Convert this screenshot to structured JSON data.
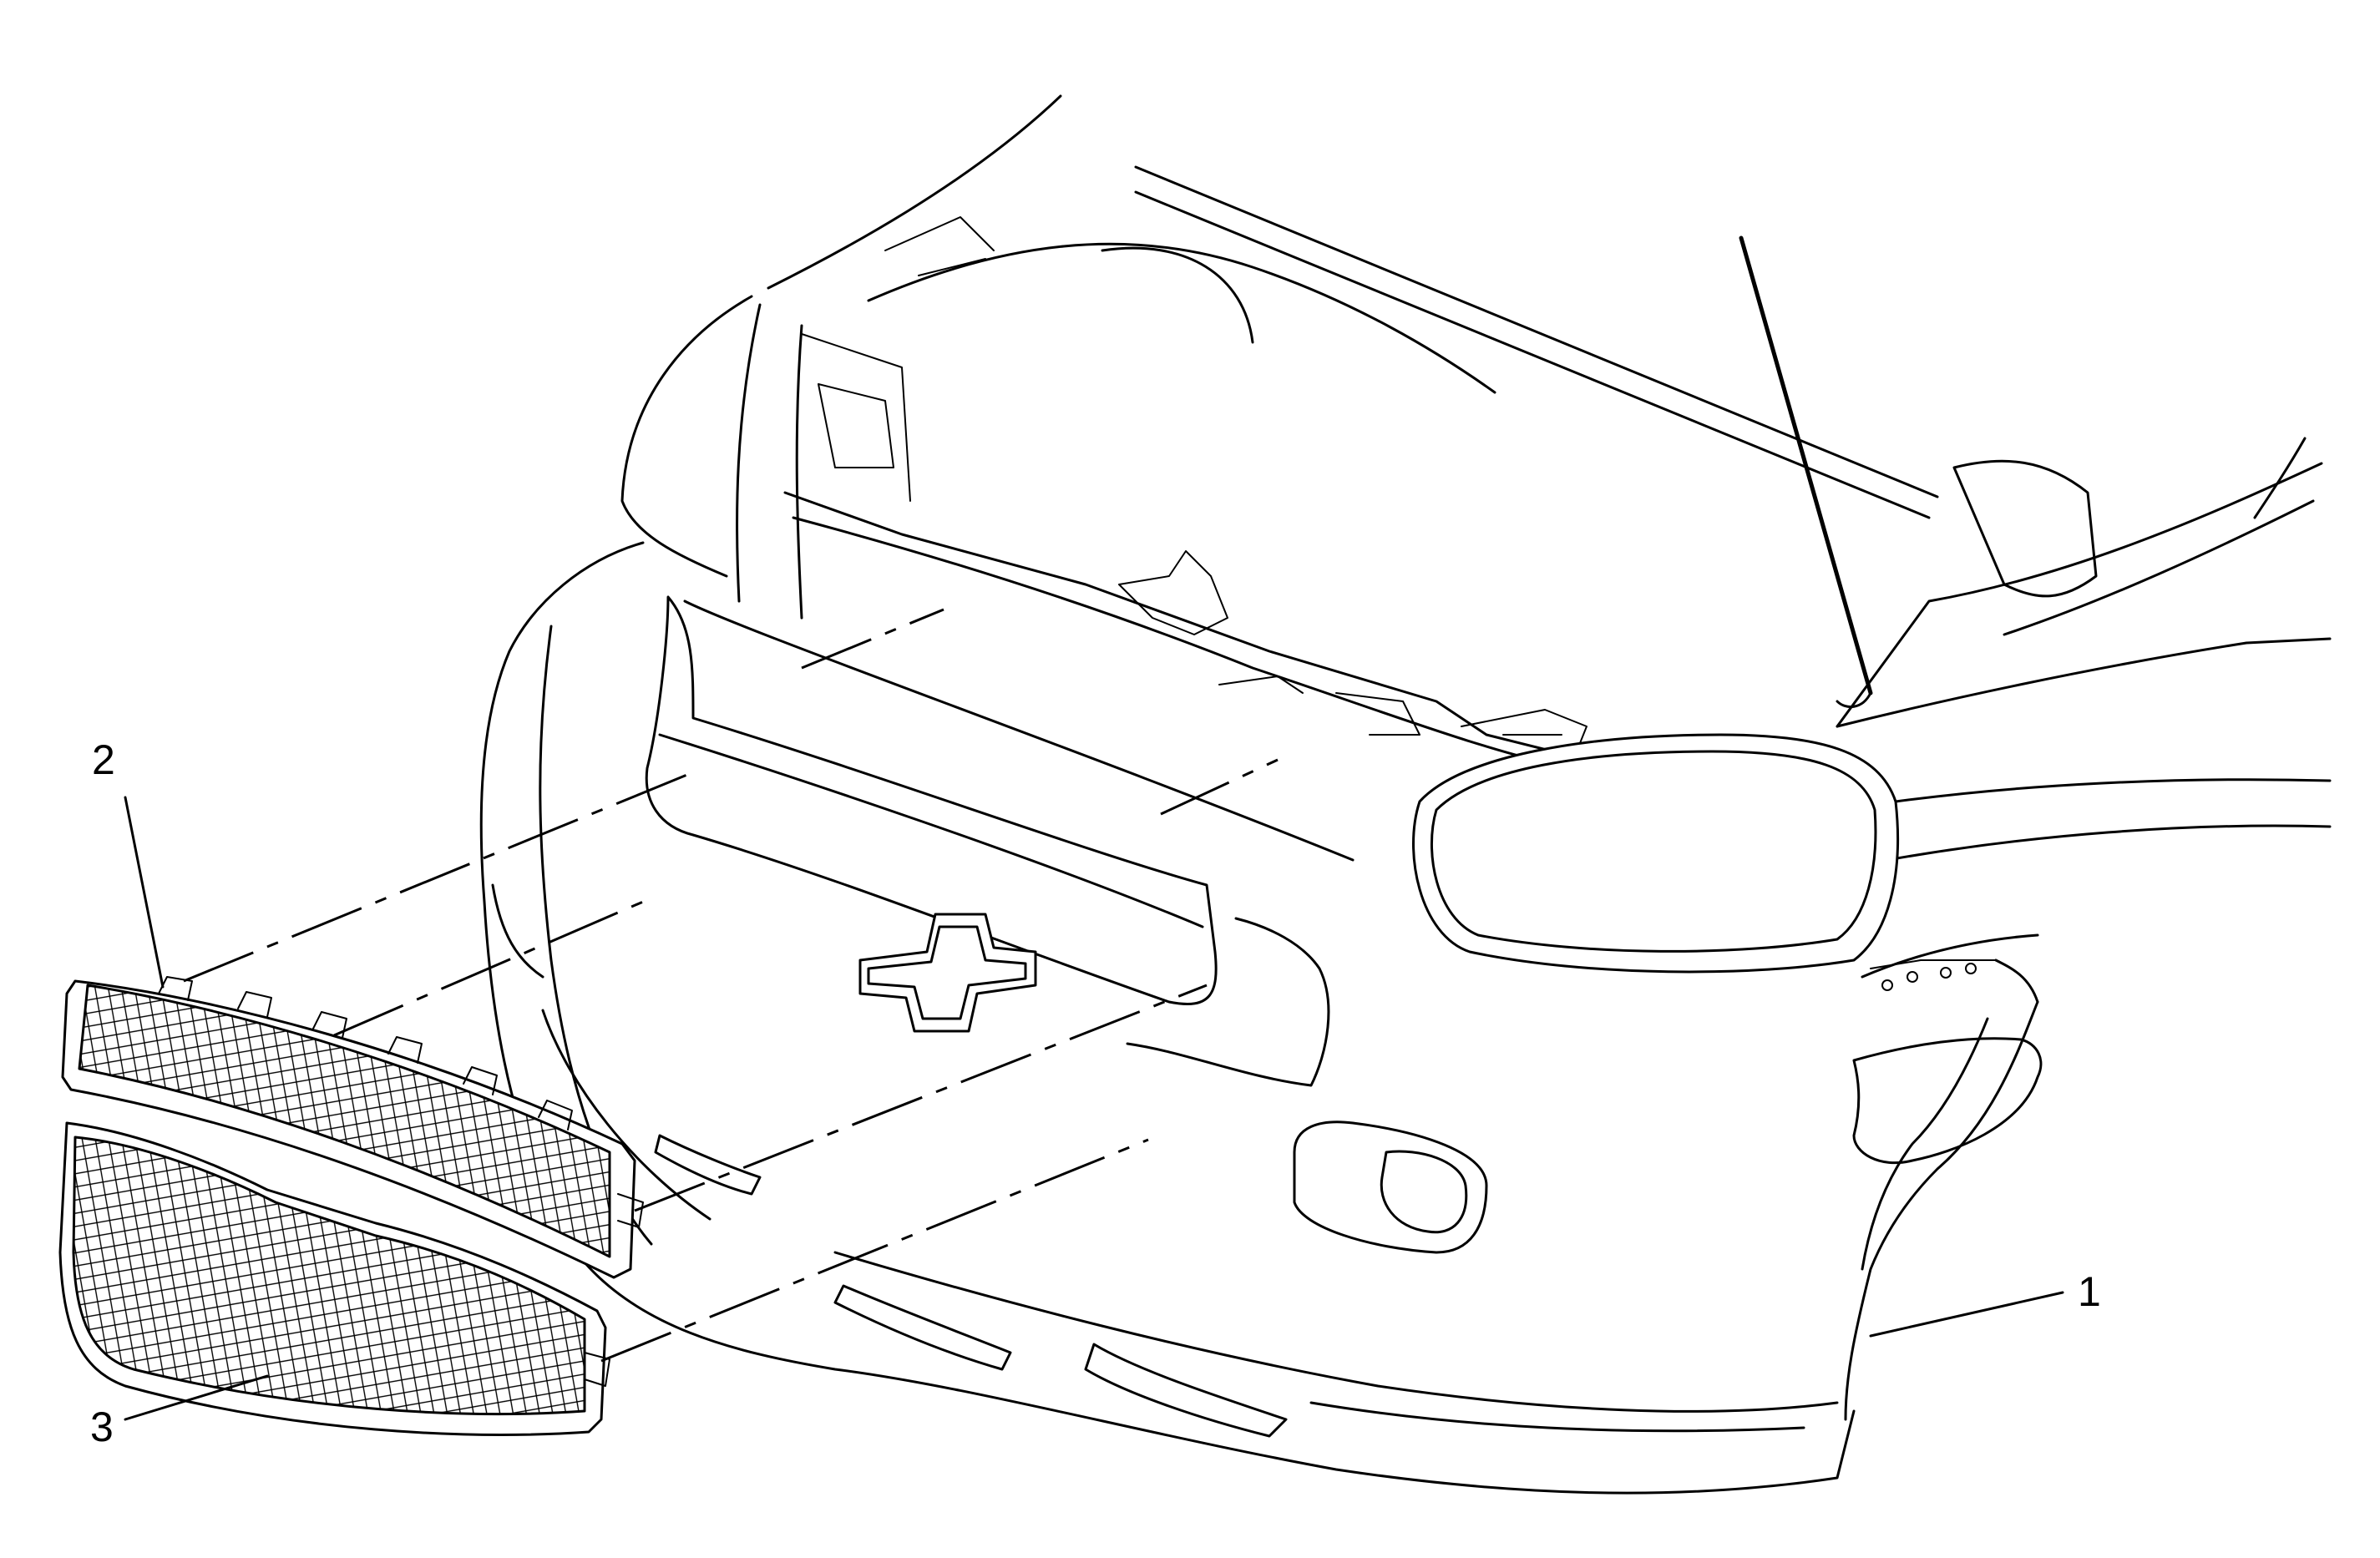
{
  "callouts": [
    {
      "id": "1",
      "label": "1"
    },
    {
      "id": "2",
      "label": "2"
    },
    {
      "id": "3",
      "label": "3"
    }
  ]
}
